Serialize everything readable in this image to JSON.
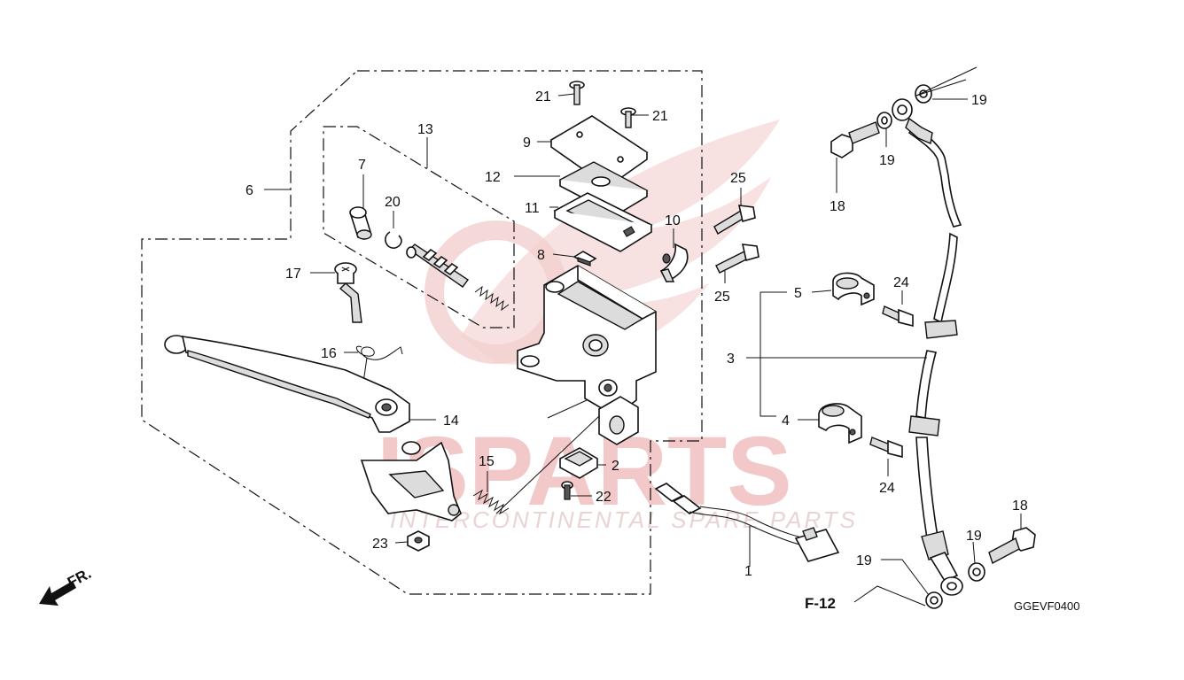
{
  "watermark": {
    "logo_text": "ISPARTS",
    "tagline": "INTERCONTINENTAL SPARE PARTS"
  },
  "callouts": {
    "c1": "1",
    "c2": "2",
    "c3": "3",
    "c4": "4",
    "c5": "5",
    "c6": "6",
    "c7": "7",
    "c8": "8",
    "c9": "9",
    "c10": "10",
    "c11": "11",
    "c12": "12",
    "c13": "13",
    "c14": "14",
    "c15": "15",
    "c16": "16",
    "c17": "17",
    "c18a": "18",
    "c18b": "18",
    "c19a": "19",
    "c19b": "19",
    "c19c": "19",
    "c19d": "19",
    "c20": "20",
    "c21a": "21",
    "c21b": "21",
    "c22": "22",
    "c23": "23",
    "c24a": "24",
    "c24b": "24",
    "c25a": "25",
    "c25b": "25"
  },
  "reference": "F-12",
  "direction_label": "FR.",
  "diagram_code": "GGEVF0400",
  "colors": {
    "line": "#111111",
    "watermark": "#f2c8c8"
  }
}
